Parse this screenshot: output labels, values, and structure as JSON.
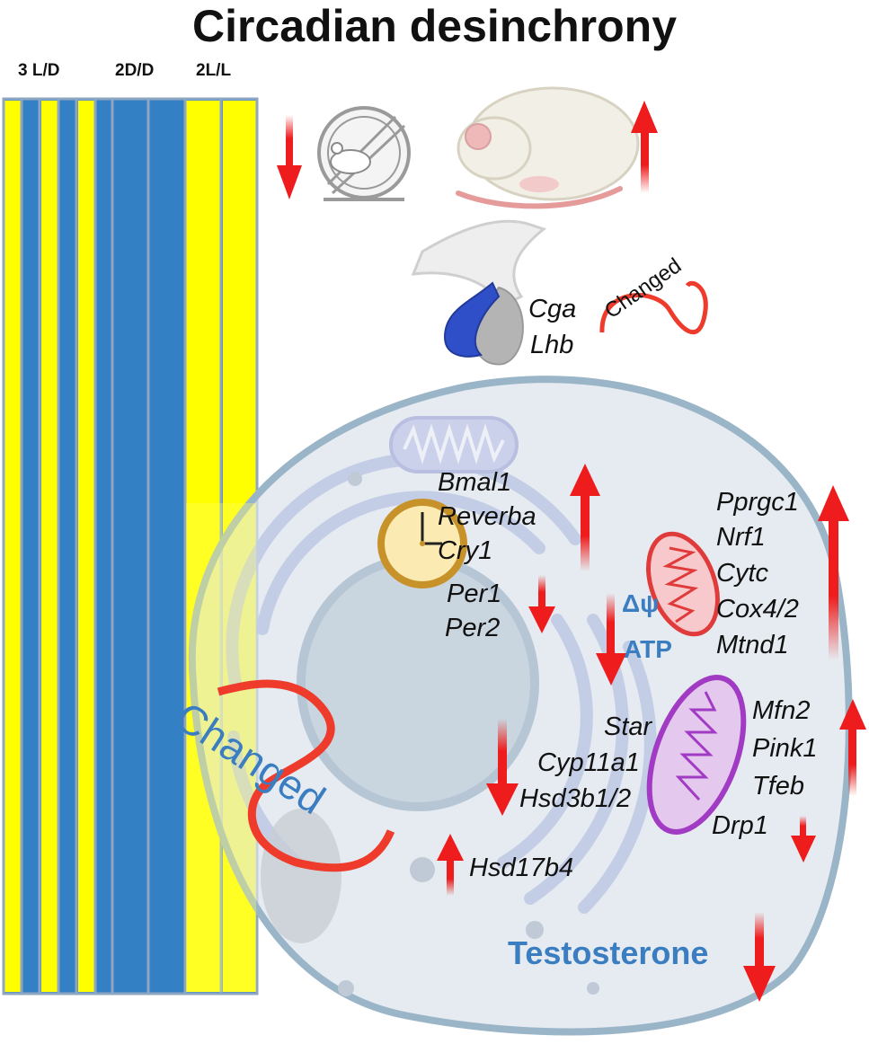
{
  "title": "Circadian desinchrony",
  "conditions": [
    "3 L/D",
    "2D/D",
    "2L/L"
  ],
  "colors": {
    "light": "#ffff00",
    "dark": "#3380c4",
    "arrow": "#ee1c1c",
    "label_blue": "#3a7dc0",
    "cell": "#dbe3ea",
    "cell_border": "#9bb5c8"
  },
  "pituitary_genes": [
    "Cga",
    "Lhb"
  ],
  "changed_labels": {
    "small": "Changed",
    "large": "Changed"
  },
  "clock_genes_up": [
    "Bmal1",
    "Reverba",
    "Cry1"
  ],
  "clock_genes_down": [
    "Per1",
    "Per2"
  ],
  "mito_membrane": [
    "Δψ",
    "ATP"
  ],
  "biogenesis_genes": [
    "Pprgc1",
    "Nrf1",
    "Cytc",
    "Cox4/2",
    "Mtnd1"
  ],
  "dynamics_genes_up": [
    "Mfn2",
    "Pink1",
    "Tfeb"
  ],
  "dynamics_gene_down": "Drp1",
  "steroid_genes_down": [
    "Star",
    "Cyp11a1",
    "Hsd3b1/2"
  ],
  "steroid_gene_up": "Hsd17b4",
  "hormone": "Testosterone",
  "icons": [
    "running-wheel-icon",
    "sleeping-mouse-icon",
    "pituitary-icon",
    "clock-icon",
    "mitochondrion-icon"
  ]
}
